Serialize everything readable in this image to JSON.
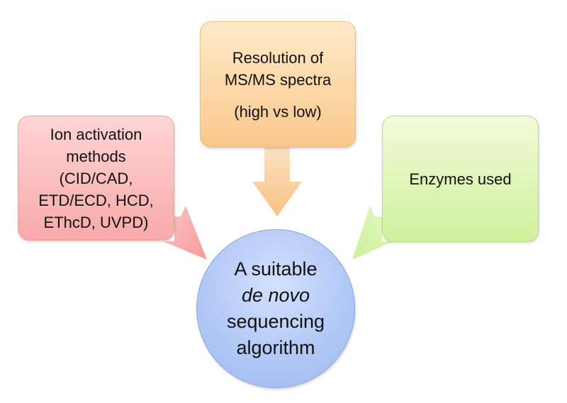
{
  "diagram": {
    "center": {
      "lines": [
        "A suitable",
        "de novo",
        "sequencing",
        "algorithm"
      ]
    },
    "inputs": [
      {
        "lines": [
          "Ion activation",
          "methods",
          "(CID/CAD,",
          "ETD/ECD, HCD,",
          "EThcD, UVPD)"
        ]
      },
      {
        "lines": [
          "Resolution of",
          "MS/MS spectra",
          "(high vs low)"
        ]
      },
      {
        "lines": [
          "Enzymes used"
        ]
      }
    ],
    "colors": {
      "red_box": "#f9a9a9",
      "orange_box": "#f9c88c",
      "green_box": "#cff19b",
      "center_circle": "#b2c8f6",
      "red_arrow": "#f8a0a0",
      "orange_arrow": "#f8c88c",
      "green_arrow": "#cff3a0"
    }
  }
}
